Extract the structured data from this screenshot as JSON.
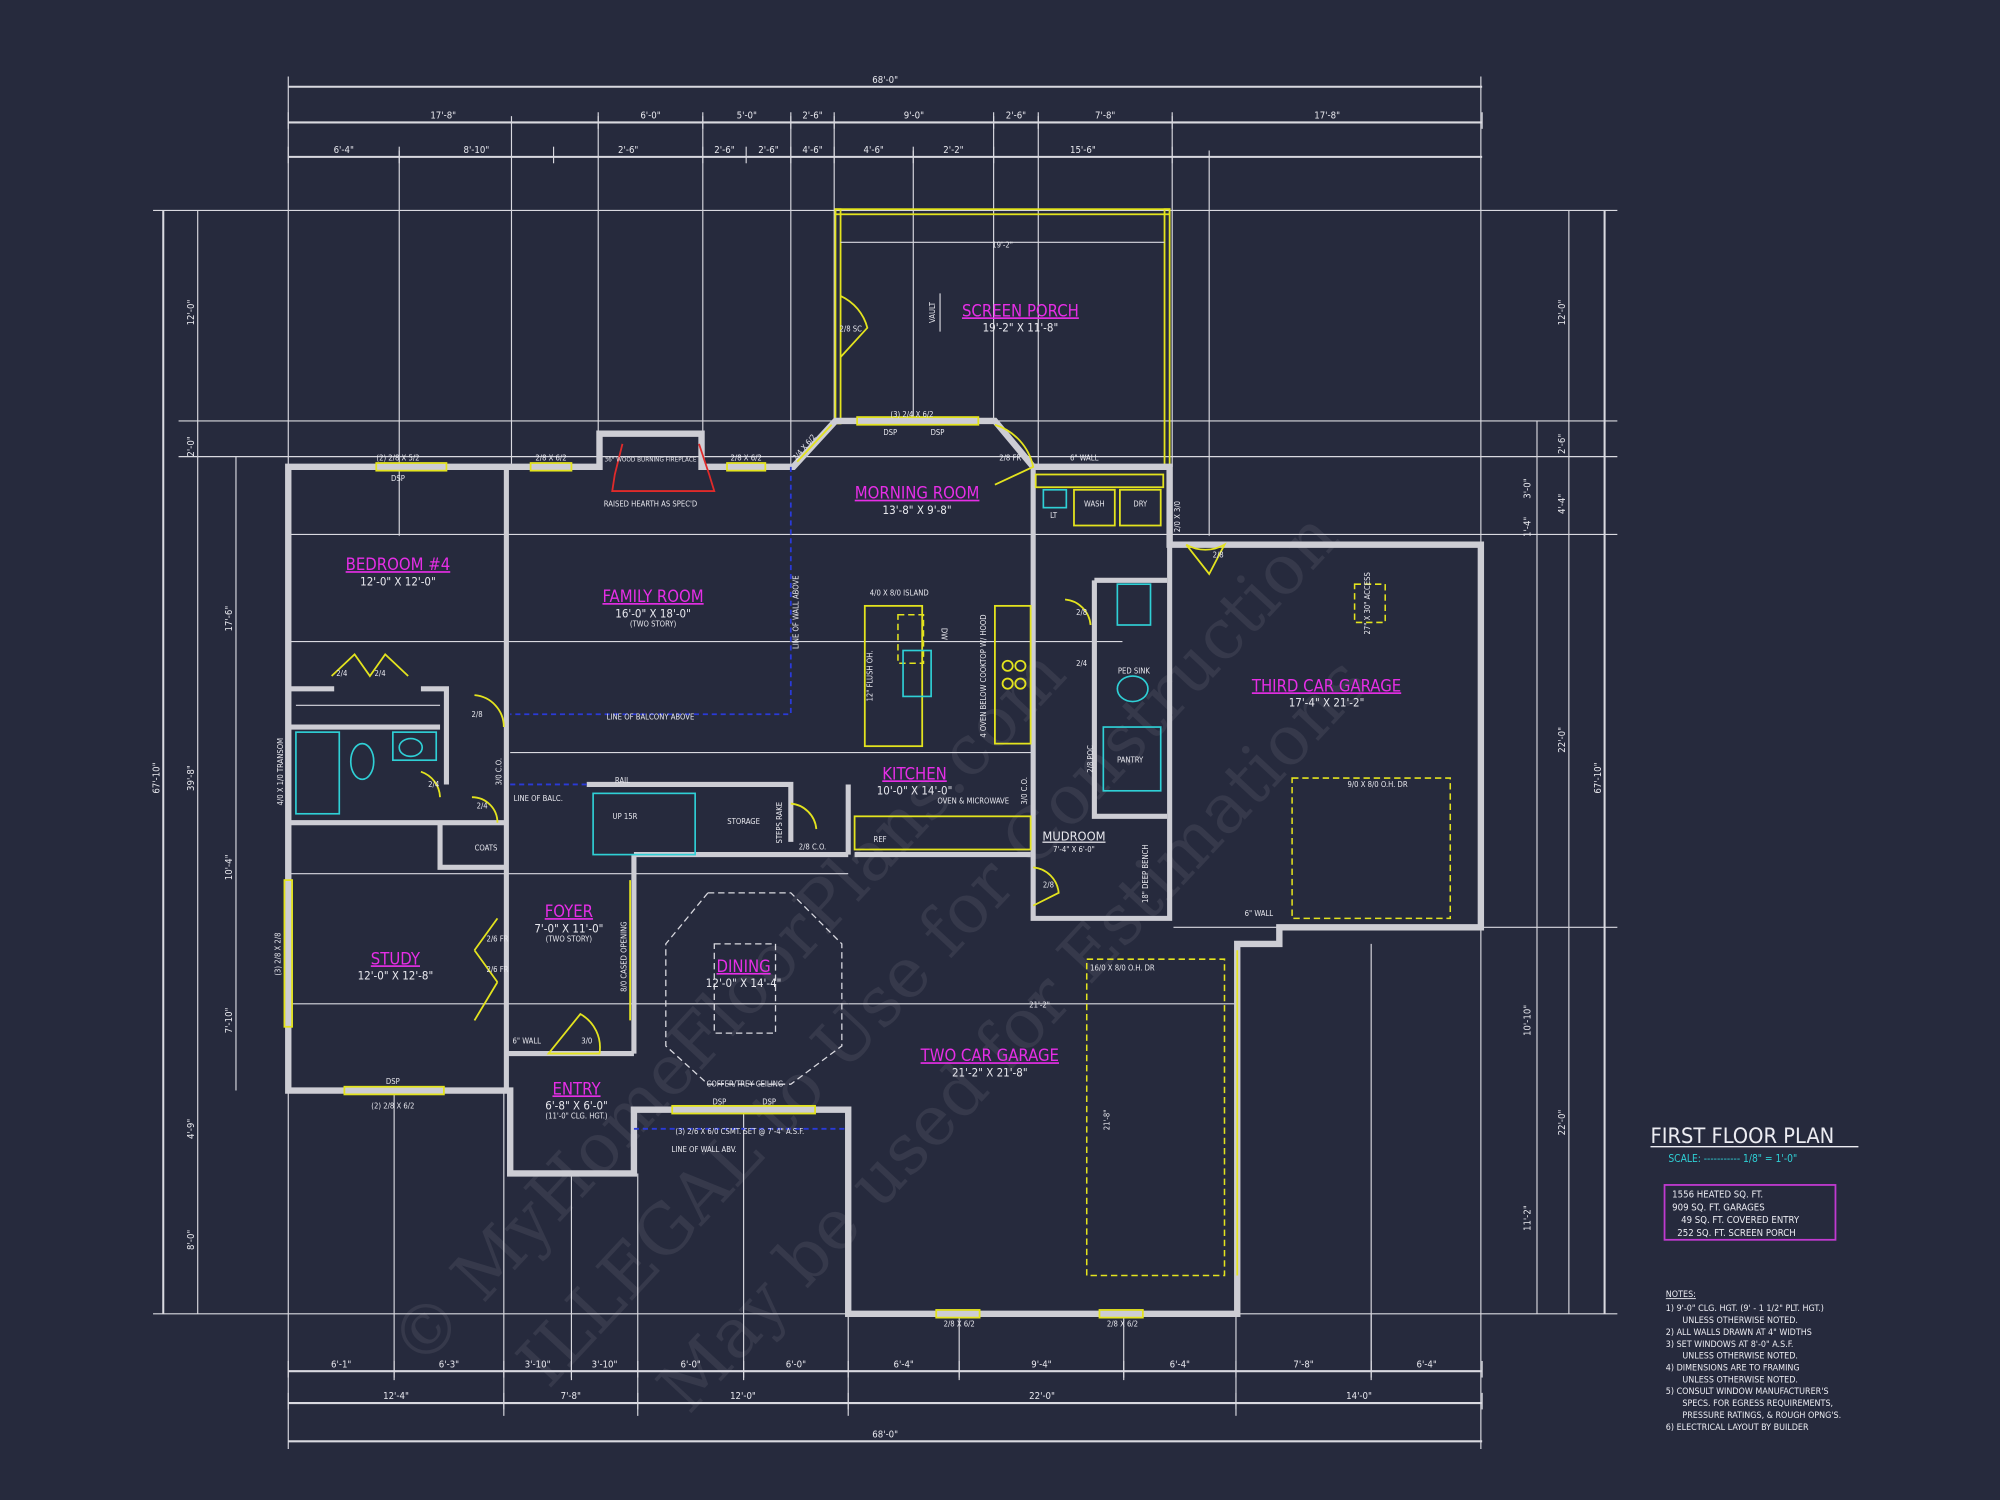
{
  "title": "FIRST FLOOR PLAN",
  "scale": "SCALE: ----------- 1/8\" = 1'-0\"",
  "area_summary": [
    "1556 HEATED SQ. FT.",
    "909 SQ. FT. GARAGES",
    "49 SQ. FT. COVERED ENTRY",
    "252 SQ. FT. SCREEN PORCH"
  ],
  "notes_heading": "NOTES:",
  "notes": [
    "1)  9'-0\" CLG. HGT. (9' - 1 1/2\" PLT. HGT.)",
    "UNLESS OTHERWISE NOTED.",
    "2)  ALL WALLS DRAWN AT 4\" WIDTHS",
    "3)  SET WINDOWS AT 8'-0\" A.S.F.",
    "UNLESS OTHERWISE NOTED.",
    "4)  DIMENSIONS ARE TO FRAMING",
    "UNLESS OTHERWISE NOTED.",
    "5)  CONSULT WINDOW MANUFACTURER'S",
    "SPECS. FOR EGRESS REQUIREMENTS,",
    "PRESSURE RATINGS, & ROUGH OPNG'S.",
    "6)  ELECTRICAL LAYOUT BY BUILDER"
  ],
  "rooms": {
    "screen_porch": {
      "name": "SCREEN PORCH",
      "size": "19'-2\" X 11'-8\""
    },
    "morning_room": {
      "name": "MORNING ROOM",
      "size": "13'-8\" X 9'-8\""
    },
    "bedroom_4": {
      "name": "BEDROOM #4",
      "size": "12'-0\" X 12'-0\""
    },
    "family_room": {
      "name": "FAMILY ROOM",
      "size": "16'-0\" X 18'-0\"",
      "note": "(TWO STORY)"
    },
    "kitchen": {
      "name": "KITCHEN",
      "size": "10'-0\" X 14'-0\""
    },
    "third_car_garage": {
      "name": "THIRD CAR GARAGE",
      "size": "17'-4\" X 21'-2\""
    },
    "mudroom": {
      "name": "MUDROOM",
      "size": "7'-4\" X 6'-0\""
    },
    "study": {
      "name": "STUDY",
      "size": "12'-0\" X 12'-8\""
    },
    "foyer": {
      "name": "FOYER",
      "size": "7'-0\" X 11'-0\"",
      "note": "(TWO STORY)"
    },
    "dining": {
      "name": "DINING",
      "size": "12'-0\" X 14'-4\""
    },
    "entry": {
      "name": "ENTRY",
      "size": "6'-8\" X 6'-0\"",
      "note": "(11'-0\" CLG. HGT.)"
    },
    "two_car_garage": {
      "name": "TWO CAR GARAGE",
      "size": "21'-2\" X 21'-8\""
    }
  },
  "dimensions": {
    "top_overall": "68'-0\"",
    "top_row2": [
      "17'-8\"",
      "6'-0\"",
      "5'-0\"",
      "2'-6\"",
      "9'-0\"",
      "2'-6\"",
      "7'-8\"",
      "17'-8\""
    ],
    "top_row3": [
      "6'-4\"",
      "8'-10\"",
      "2'-6\"",
      "2'-6\"",
      "2'-6\"",
      "4'-6\"",
      "4'-6\"",
      "2'-2\"",
      "15'-6\""
    ],
    "bottom_row1": [
      "6'-1\"",
      "6'-3\"",
      "3'-10\"",
      "3'-10\"",
      "6'-0\"",
      "6'-0\"",
      "6'-4\"",
      "9'-4\"",
      "6'-4\"",
      "7'-8\"",
      "6'-4\""
    ],
    "bottom_row2": [
      "12'-4\"",
      "7'-8\"",
      "12'-0\"",
      "22'-0\"",
      "14'-0\""
    ],
    "bottom_overall": "68'-0\"",
    "left_overall": "67'-10\"",
    "left_outer": [
      "12'-0\"",
      "2'-0\"",
      "39'-8\"",
      "4'-9\"",
      "8'-0\""
    ],
    "left_inner": [
      "17'-6\"",
      "10'-4\"",
      "7'-10\""
    ],
    "right_overall": "67'-10\"",
    "right_outer": [
      "12'-0\"",
      "2'-6\"",
      "22'-0\"",
      "22'-0\""
    ],
    "right_inner": [
      "3'-0\"",
      "4'-4\"",
      "1'-4\"",
      "10'-10\"",
      "11'-2\""
    ]
  },
  "annotations": {
    "porch_width": "19'-2\"",
    "vault": "VAULT",
    "porch_door": "2/8 SC",
    "porch_windows": "(3) 2/4 X 6/2",
    "dsp": "DSP",
    "angled_window": "2/4 X 6/2",
    "french_door": "2/8 FR",
    "six_wall": "6\" WALL",
    "laundry_lt": "LT",
    "wash": "WASH",
    "dry": "DRY",
    "side_window": "2/0 X 3/0",
    "garage_door_28": "2/8",
    "attic": "27\" X 30\" ACCESS",
    "third_ohdr": "9/0 X 8/0 O.H. DR",
    "two_ohdr": "16/0 X 8/0 O.H. DR",
    "bed_window": "(2) 2/8 X 5/2",
    "fam_window": "2/8 X 6/2",
    "fireplace": "36\" WOOD BURNING FIREPLACE",
    "hearth": "RAISED HEARTH AS SPEC'D",
    "island": "4/0 X 8/0 ISLAND",
    "dw": "DW",
    "flush": "12\" FLUSH OH.",
    "oven_cooktop": "4 OVEN BELOW COOKTOP W/ HOOD",
    "wall_above": "LINE OF WALL ABOVE",
    "balcony": "LINE OF BALCONY ABOVE",
    "balc": "LINE OF BALC.",
    "rail": "RAIL",
    "stairs": "UP 15R",
    "storage": "STORAGE",
    "steps_rake": "STEPS RAKE",
    "ref": "REF",
    "oven": "OVEN & MICROWAVE",
    "co30": "3/0 C.O.",
    "co28": "2/8 C.O.",
    "pantry": "PANTRY",
    "ped_sink": "PED SINK",
    "bench": "18\" DEEP BENCH",
    "poc": "2/8 POC",
    "coats": "COATS",
    "transom": "4/0 X 1/0 TRANSOM",
    "d24": "2/4",
    "d28": "2/8",
    "d26fr": "2/6 FR",
    "study_window": "(3) 2/8 X 2/8",
    "study_bottom_window": "(2) 2/8 X 6/2",
    "cased": "8/0 CASED OPENING",
    "entry_door": "3/0",
    "coffer": "COFFER/TREY CEILING",
    "dining_window": "(3) 2/6 X 6/0 CSMT. SET @ 7'-4\" A.S.F.",
    "wall_abv": "LINE OF WALL ABV.",
    "garage_win": "2/8 X 6/2",
    "wall6": "6\" WALL",
    "garage_depth": "21'-8\"",
    "garage_width": "21'-2\""
  },
  "watermark": [
    "© MyHomeFloorPlans.com",
    "ILLEGAL to Use for Construction",
    "May be used for Estimations"
  ],
  "colors": {
    "background": "#262a3d",
    "walls": "#cdcdd4",
    "room_labels": "#e62ee6",
    "fixtures": "#e3e31e",
    "plumbing": "#2fd0d6",
    "scale": "#2fd0d6"
  }
}
